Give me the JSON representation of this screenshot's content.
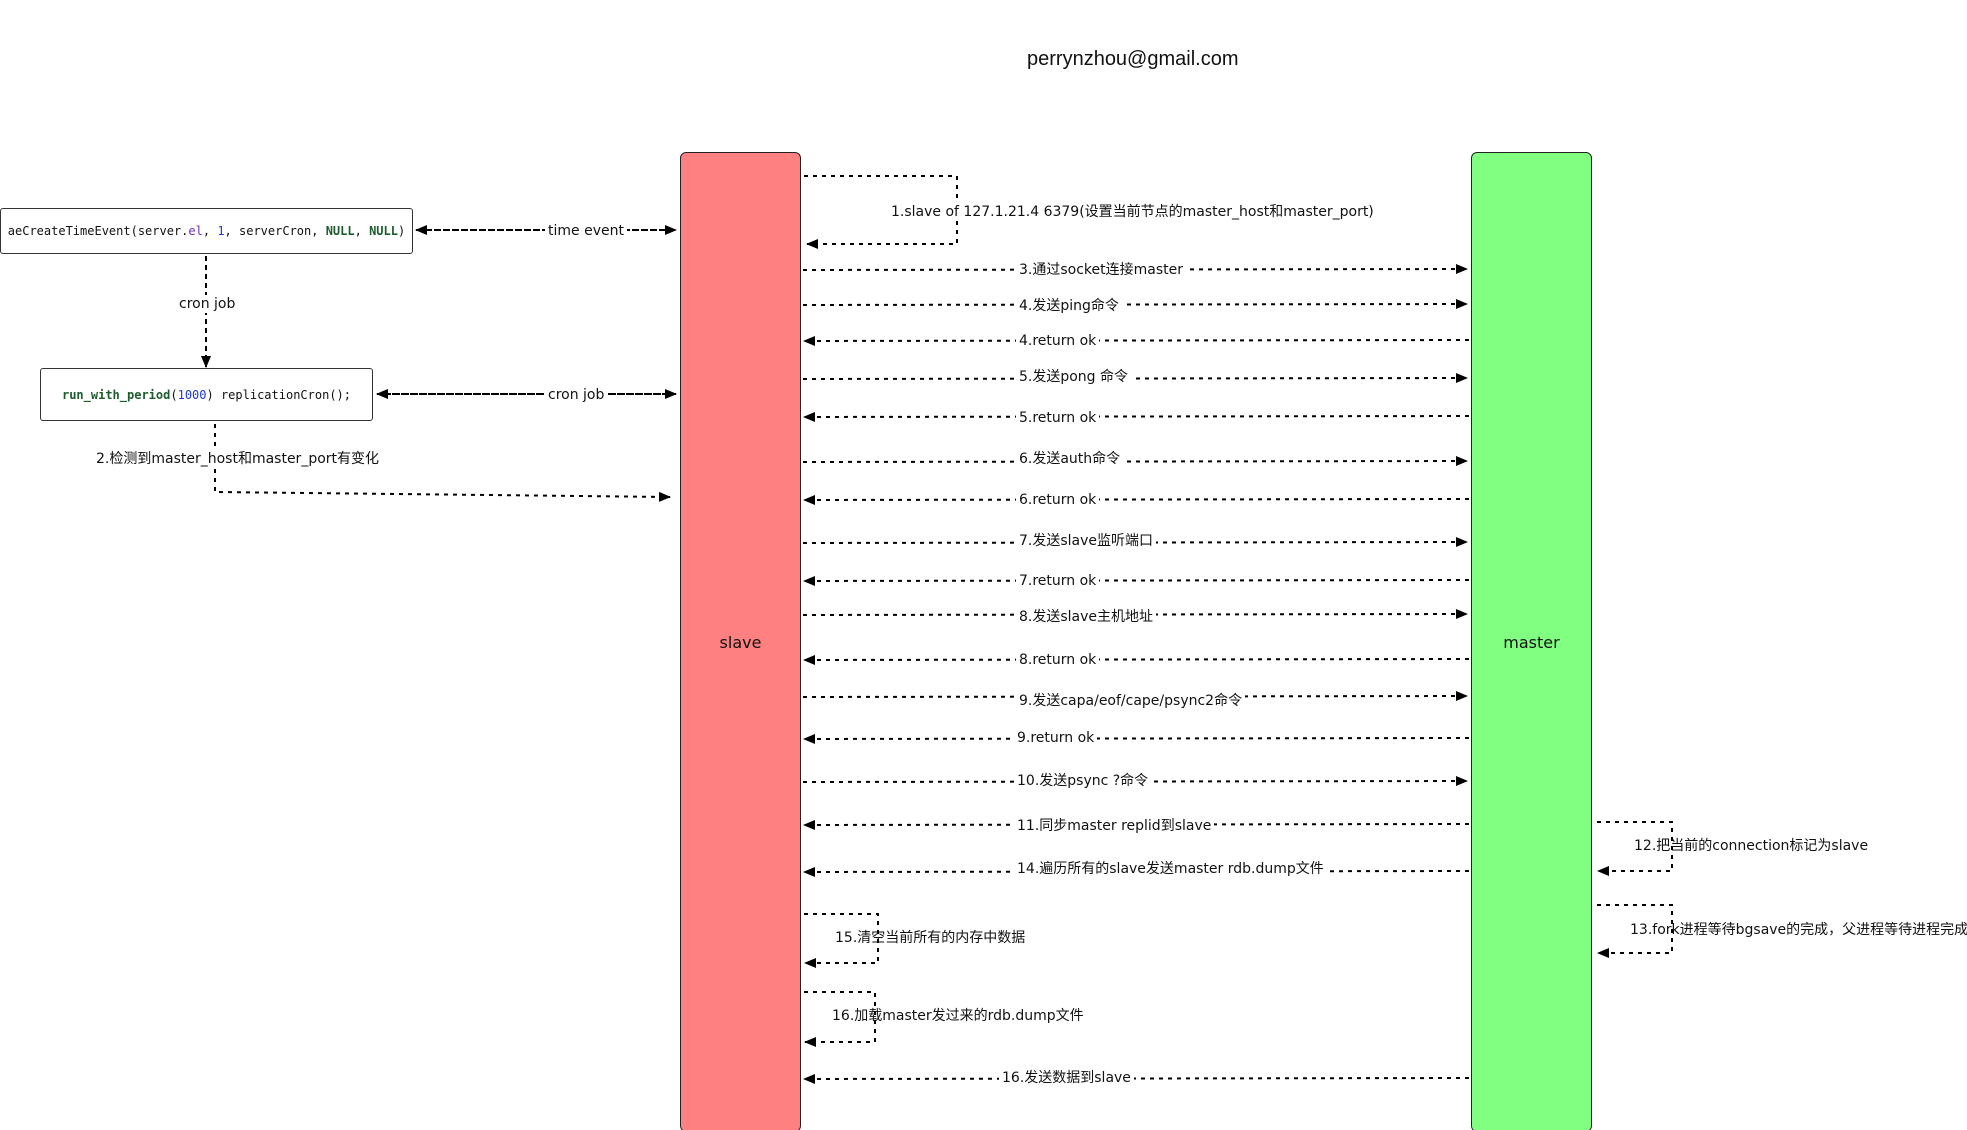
{
  "author": "perrynzhou@gmail.com",
  "lanes": {
    "slave": {
      "label": "slave",
      "color": "#ff8080"
    },
    "master": {
      "label": "master",
      "color": "#80ff80"
    }
  },
  "boxes": {
    "time_event_code": {
      "fn": "aeCreateTimeEvent",
      "open": "(server.",
      "el": "el",
      "sep1": ", ",
      "one": "1",
      "mid": ", serverCron, ",
      "null1": "NULL",
      "sep2": ", ",
      "null2": "NULL",
      "close": ")"
    },
    "cron_code": {
      "fn": "run_with_period",
      "open": "(",
      "num": "1000",
      "rest": ") replicationCron();"
    }
  },
  "edge_labels": {
    "time_event": "time event",
    "cron_job_down": "cron job",
    "cron_job_right": "cron job",
    "detect_change": "2.检测到master_host和master_port有变化"
  },
  "messages": [
    "1.slave of 127.1.21.4 6379(设置当前节点的master_host和master_port)",
    "3.通过socket连接master",
    "4.发送ping命令",
    "4.return ok",
    "5.发送pong 命令",
    "5.return ok",
    "6.发送auth命令",
    "6.return ok",
    "7.发送slave监听端口",
    "7.return ok",
    "8.发送slave主机地址",
    "8.return ok",
    "9.发送capa/eof/cape/psync2命令",
    "9.return ok",
    "10.发送psync ?命令",
    "11.同步master replid到slave",
    "12.把当前的connection标记为slave",
    "14.遍历所有的slave发送master rdb.dump文件",
    "13.fork进程等待bgsave的完成，父进程等待进程完成",
    "15.清空当前所有的内存中数据",
    "16.加载master发过来的rdb.dump文件",
    "16.发送数据到slave"
  ]
}
